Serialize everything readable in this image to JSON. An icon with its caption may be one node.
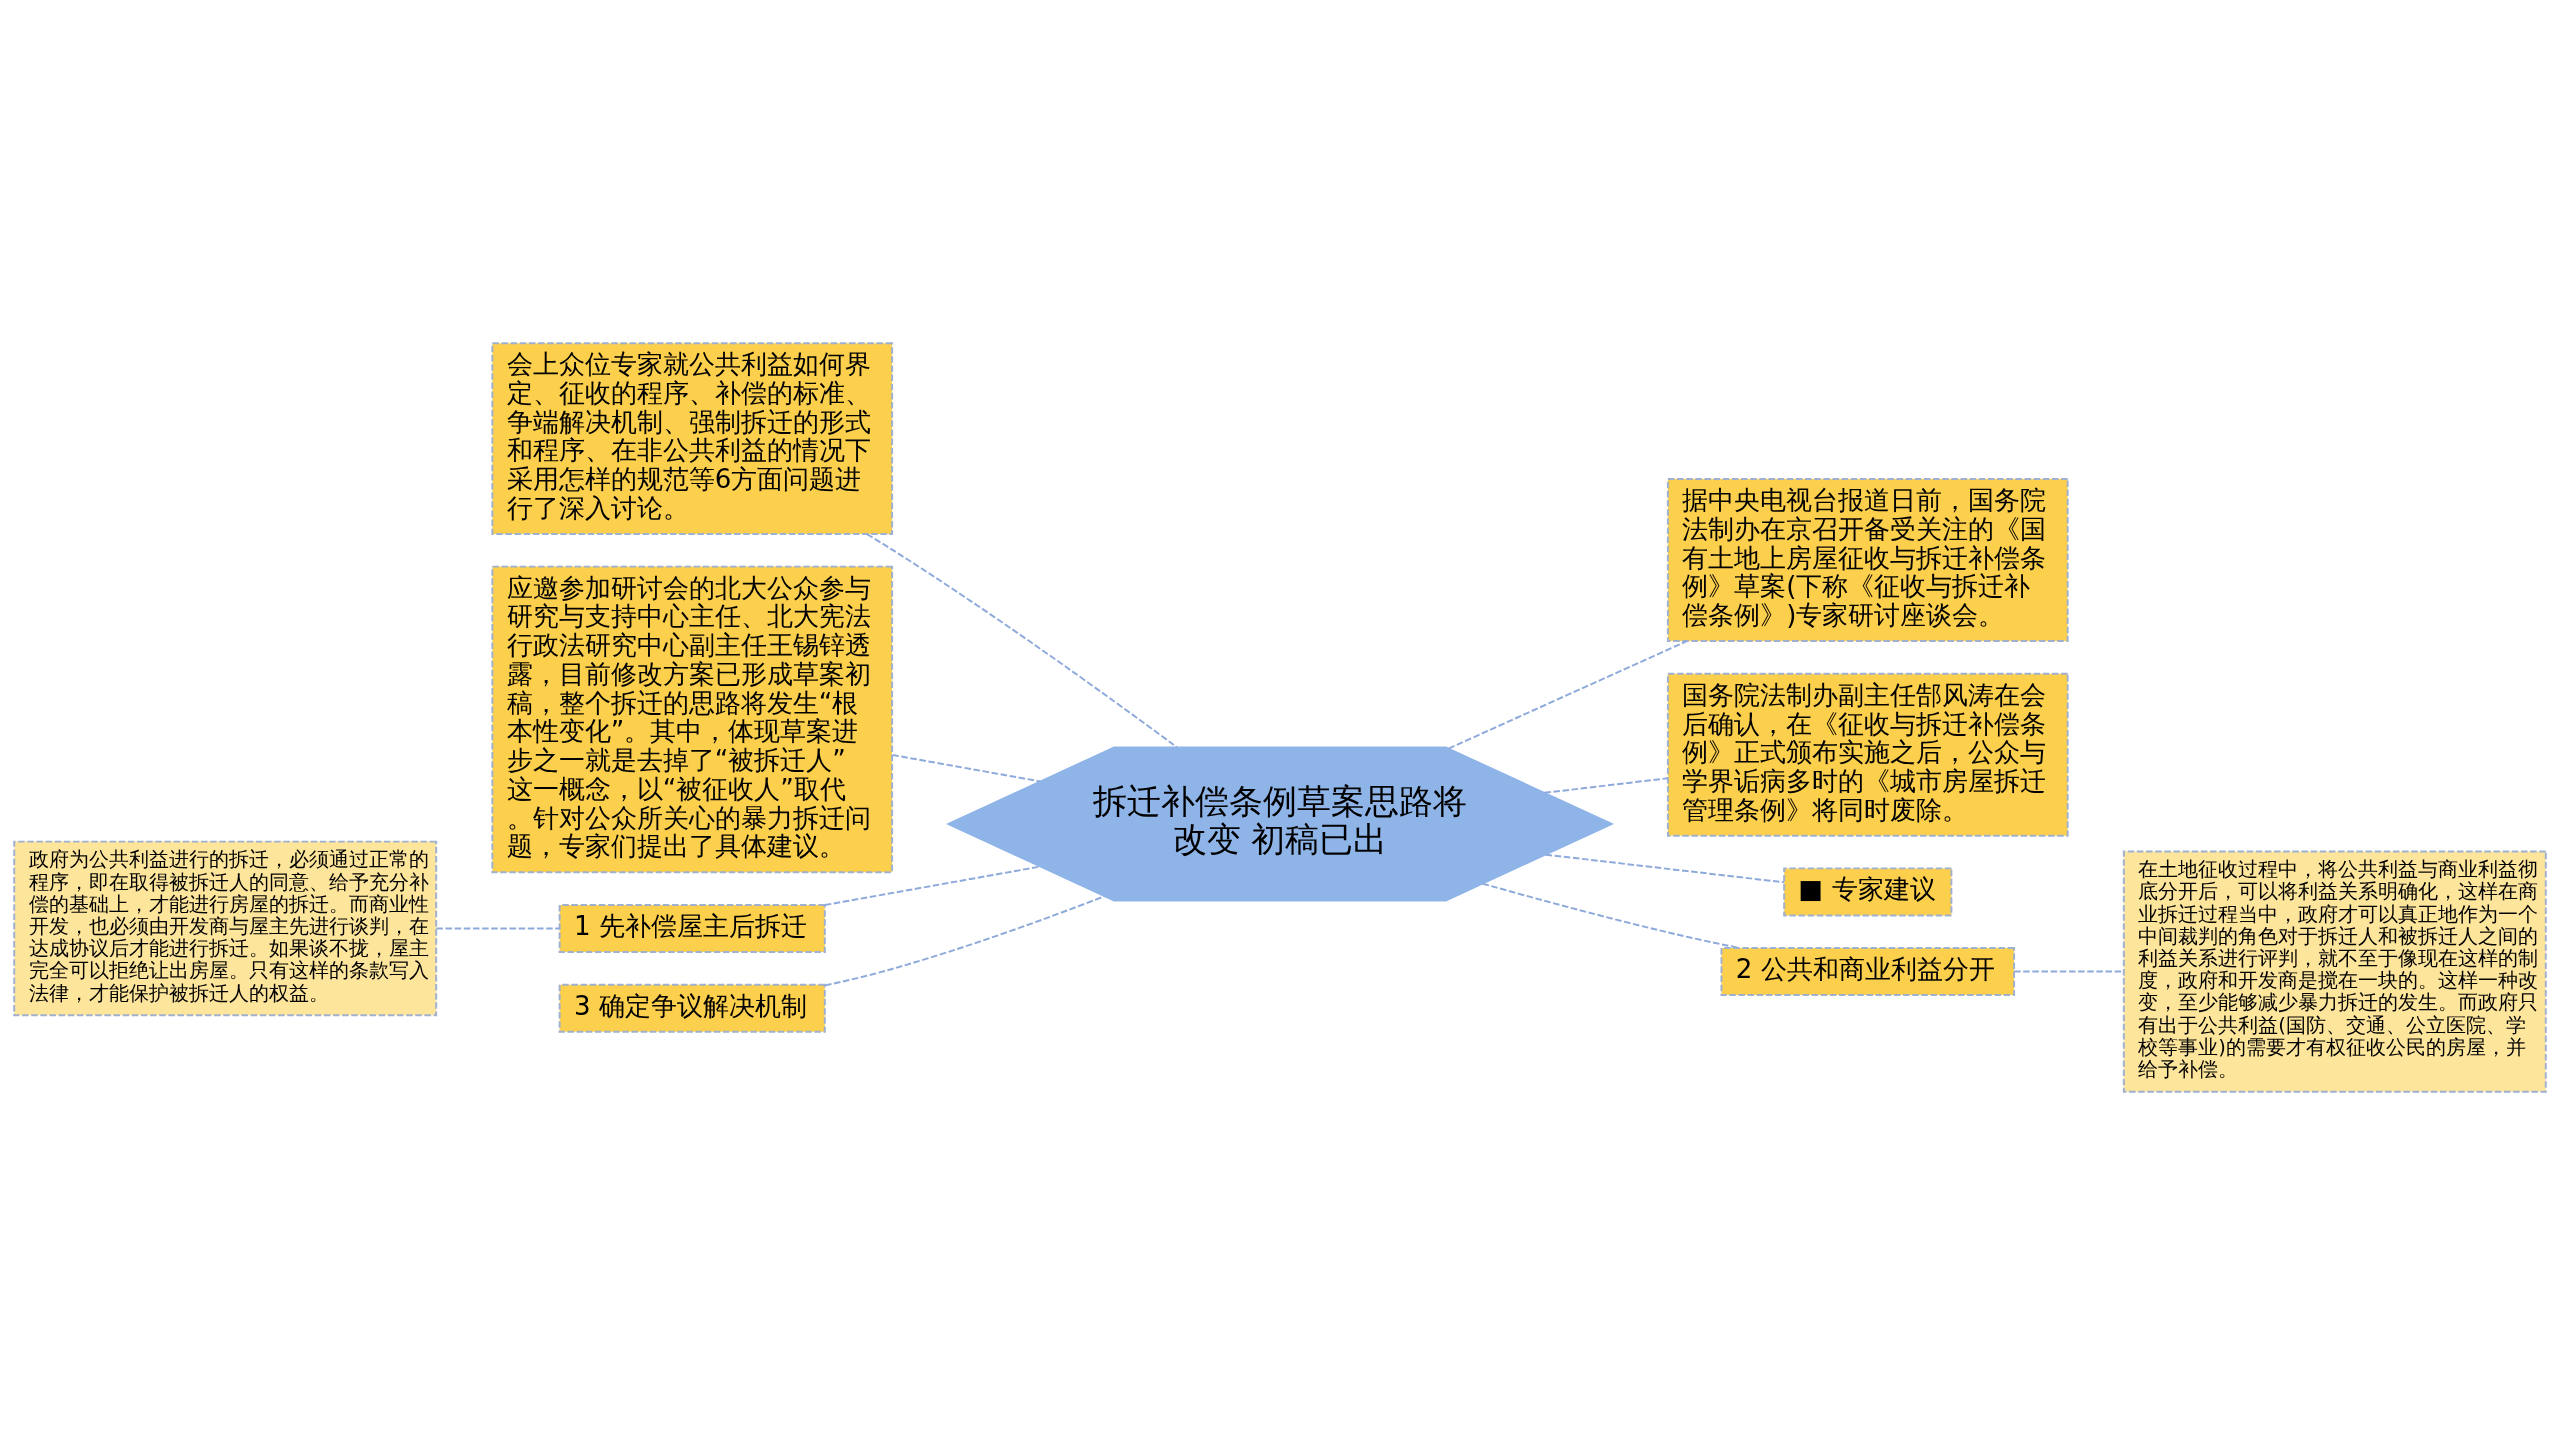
{
  "diagram": {
    "nodes": [
      {
        "text": [
          "拆迁补偿条例草案思路将改变 初稿已出"
        ]
      },
      {
        "text": [
          "会上众位专家就公共利益如何界定、征收的程序、补偿的标准、争端解决机制、强制拆迁的形式和程序、在非公共利益的情况下采用怎样的规范等6方面问题进行了深入讨论。"
        ]
      },
      {
        "text": [
          "应邀参加研讨会的北大公众参与研究与支持中心主任、北大宪法行政法研究中心副主任王锡锌透露，目前修改方案已形成草案初稿，整个拆迁的思路将发生“根本性变化”。其中，体现草案进步之一就是去掉了“被拆迁人”这一概念，以“被征收人”取代。针对公众所关心的暴力拆迁问题，专家们提出了具体建议。"
        ]
      },
      {
        "text": [
          "1 先补偿屋主后拆迁"
        ]
      },
      {
        "text": [
          "政府为公共利益进行的拆迁，必须通过正常的程序，即在取得被拆迁人的同意、给予充分补偿的基础上，才能进行房屋的拆迁。而商业性开发，也必须由开发商与屋主先进行谈判，在达成协议后才能进行拆迁。如果谈不拢，屋主完全可以拒绝让出房屋。只有这样的条款写入法律，才能保护被拆迁人的权益。"
        ]
      },
      {
        "text": [
          "3 确定争议解决机制"
        ]
      },
      {
        "text": [
          "据中央电视台报道日前，国务院法制办在京召开备受关注的《国有土地上房屋征收与拆迁补偿条例》草案(下称《征收与拆迁补偿条例》)专家研讨座谈会。"
        ]
      },
      {
        "text": [
          "国务院法制办副主任郜风涛在会后确认，在《征收与拆迁补偿条例》正式颁布实施之后，公众与学界诟病多时的《城市房屋拆迁管理条例》将同时废除。"
        ]
      },
      {
        "text": [
          "■ 专家建议"
        ]
      },
      {
        "text": [
          "2 公共和商业利益分开"
        ]
      },
      {
        "text": [
          "在土地征收过程中，将公共利益与商业利益彻底分开后，可以将利益关系明确化，这样在商业拆迁过程当中，政府才可以真正地作为一个中间裁判的角色对于拆迁人和被拆迁人之间的利益关系进行评判，就不至于像现在这样的制度，政府和开发商是搅在一块的。这样一种改变，至少能够减少暴力拆迁的发生。而政府只有出于公共利益(国防、交通、公立医院、学校等事业)的需要才有权征收公民的房屋，并给予补偿。"
        ]
      }
    ],
    "edges": [
      {
        "from": 0,
        "to": 1,
        "arrow": "none",
        "style": "dashed"
      },
      {
        "from": 0,
        "to": 2,
        "arrow": "none",
        "style": "dashed"
      },
      {
        "from": 0,
        "to": 3,
        "arrow": "none",
        "style": "dashed"
      },
      {
        "from": 3,
        "to": 4,
        "arrow": "none",
        "style": "dashed"
      },
      {
        "from": 0,
        "to": 5,
        "arrow": "none",
        "style": "dashed"
      },
      {
        "from": 0,
        "to": 6,
        "arrow": "none",
        "style": "dashed"
      },
      {
        "from": 0,
        "to": 7,
        "arrow": "none",
        "style": "dashed"
      },
      {
        "from": 0,
        "to": 8,
        "arrow": "none",
        "style": "dashed"
      },
      {
        "from": 0,
        "to": 9,
        "arrow": "none",
        "style": "dashed"
      },
      {
        "from": 9,
        "to": 10,
        "arrow": "none",
        "style": "dashed"
      }
    ]
  }
}
